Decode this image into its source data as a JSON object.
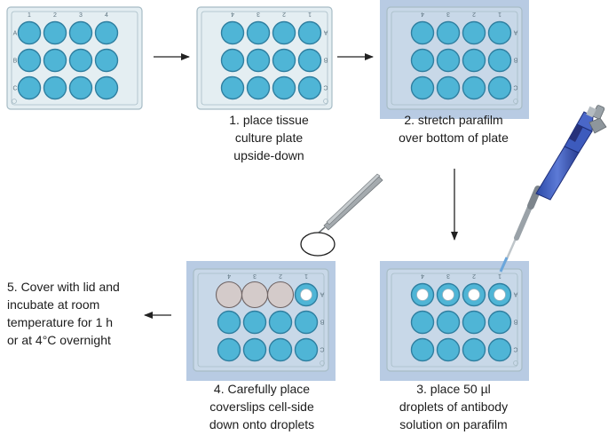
{
  "plate": {
    "columns": [
      "1",
      "2",
      "3",
      "4"
    ],
    "rows": [
      "A",
      "B",
      "C"
    ]
  },
  "steps": {
    "step1": "1. place tissue\nculture plate\nupside-down",
    "step2": "2. stretch parafilm\nover bottom of plate",
    "step3": "3. place 50 µl\ndroplets of antibody\nsolution on parafilm",
    "step4": "4. Carefully place\ncoverslips cell-side\ndown onto droplets",
    "step5": "5. Cover with lid and\nincubate at room\ntemperature for 1 h\nor at 4°C overnight"
  },
  "colors": {
    "well_fill": "#4fb5d6",
    "well_ring": "#2f7fa0",
    "plate_fill": "#e4eef2",
    "plate_edge": "#a7bcc6",
    "parafilm": "#b8cbe3",
    "coverslip": "#d4cbca",
    "droplet": "#ffffff",
    "arrow": "#222222",
    "pipette": "#3a56b8",
    "forceps": "#8c9296"
  },
  "icons": {
    "forceps": "forceps-icon",
    "pipette": "pipette-icon",
    "coverslip": "coverslip-icon"
  }
}
